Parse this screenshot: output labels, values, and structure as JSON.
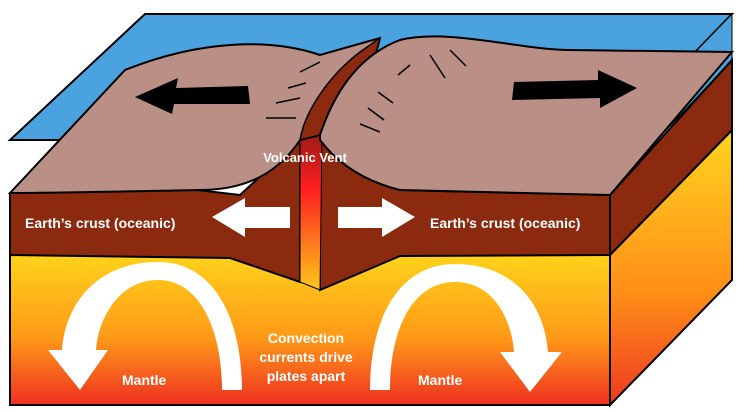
{
  "labels": {
    "vent": "Volcanic Vent",
    "crust_left": "Earth’s crust (oceanic)",
    "crust_right": "Earth’s crust (oceanic)",
    "convection_line1": "Convection",
    "convection_line2": "currents drive",
    "convection_line3": "plates apart",
    "mantle_left": "Mantle",
    "mantle_right": "Mantle"
  },
  "colors": {
    "ocean": "#4aa3df",
    "crust_surface": "#b98f86",
    "crust_body": "#8c2a0f",
    "mantle_top": "#ffd21a",
    "mantle_bottom": "#ee2f21",
    "arrow_black": "#000000",
    "arrow_white": "#ffffff"
  }
}
